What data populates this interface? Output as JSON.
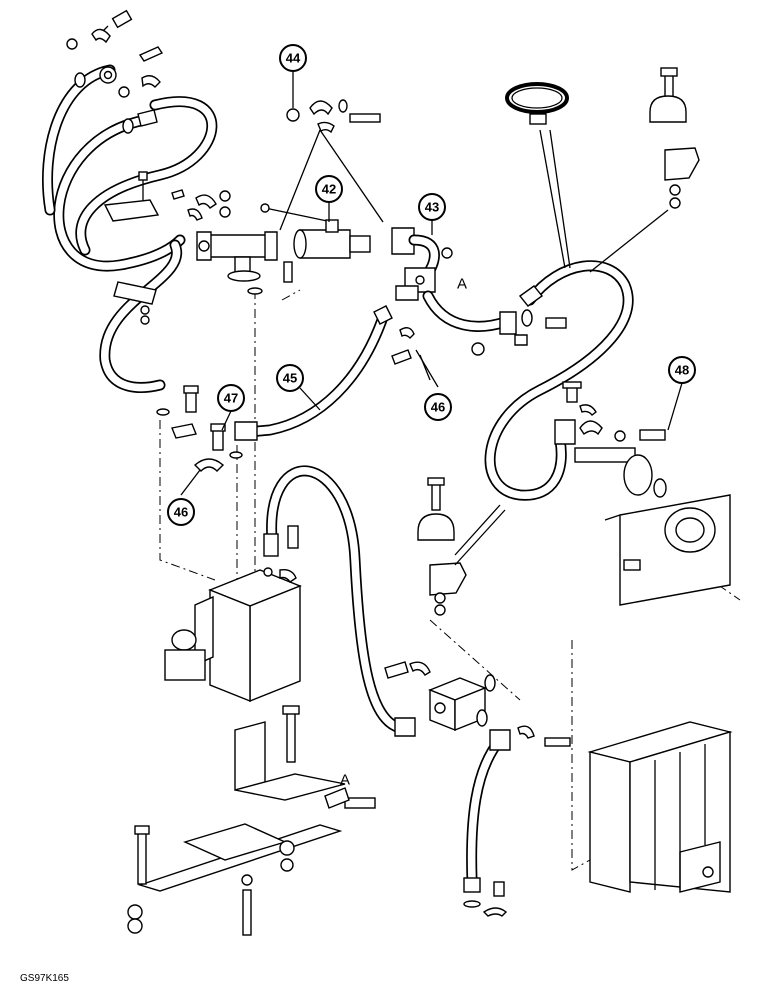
{
  "figure_id": "GS97K165",
  "callouts": [
    "44",
    "42",
    "43",
    "45",
    "46",
    "47",
    "46",
    "48"
  ],
  "letters": [
    "A",
    "A"
  ]
}
